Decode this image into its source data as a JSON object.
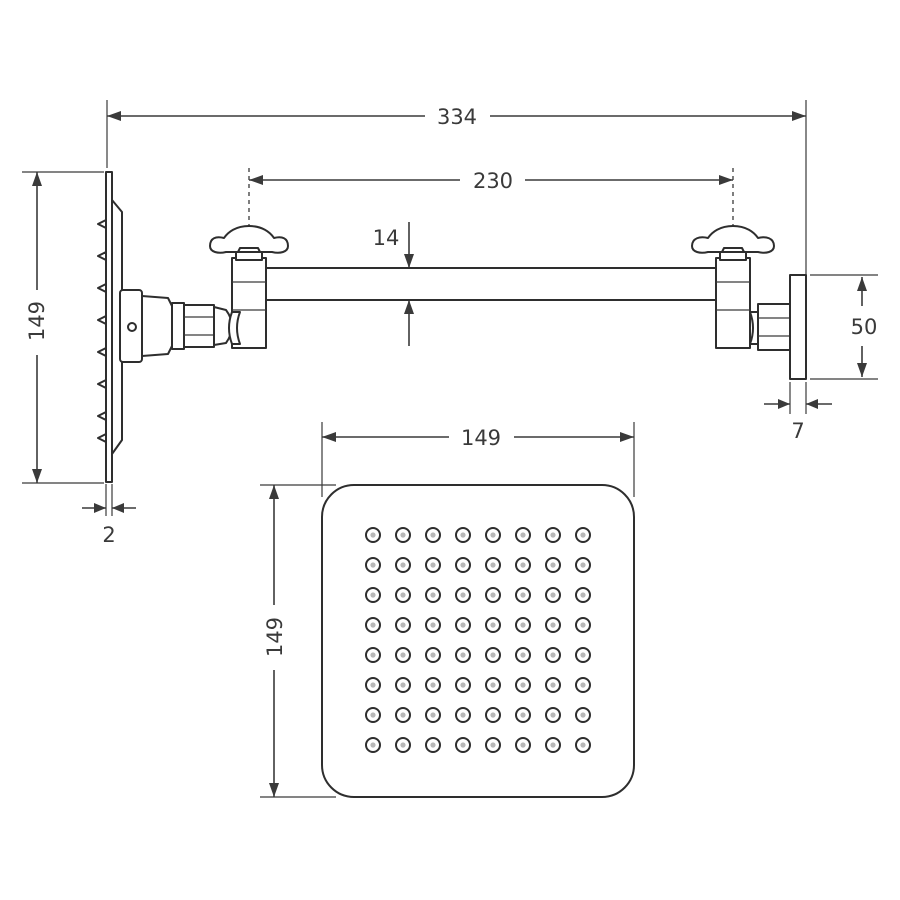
{
  "dimensions": {
    "overall_length": "334",
    "arm_center_distance": "230",
    "arm_diameter": "14",
    "head_height_side": "149",
    "head_thickness": "2",
    "flange_diameter": "50",
    "flange_thickness": "7",
    "head_width_top": "149",
    "head_height_top": "149"
  },
  "nozzle_grid": {
    "rows": 8,
    "cols": 8
  },
  "colors": {
    "line": "#3a3a3a",
    "background": "#ffffff"
  }
}
